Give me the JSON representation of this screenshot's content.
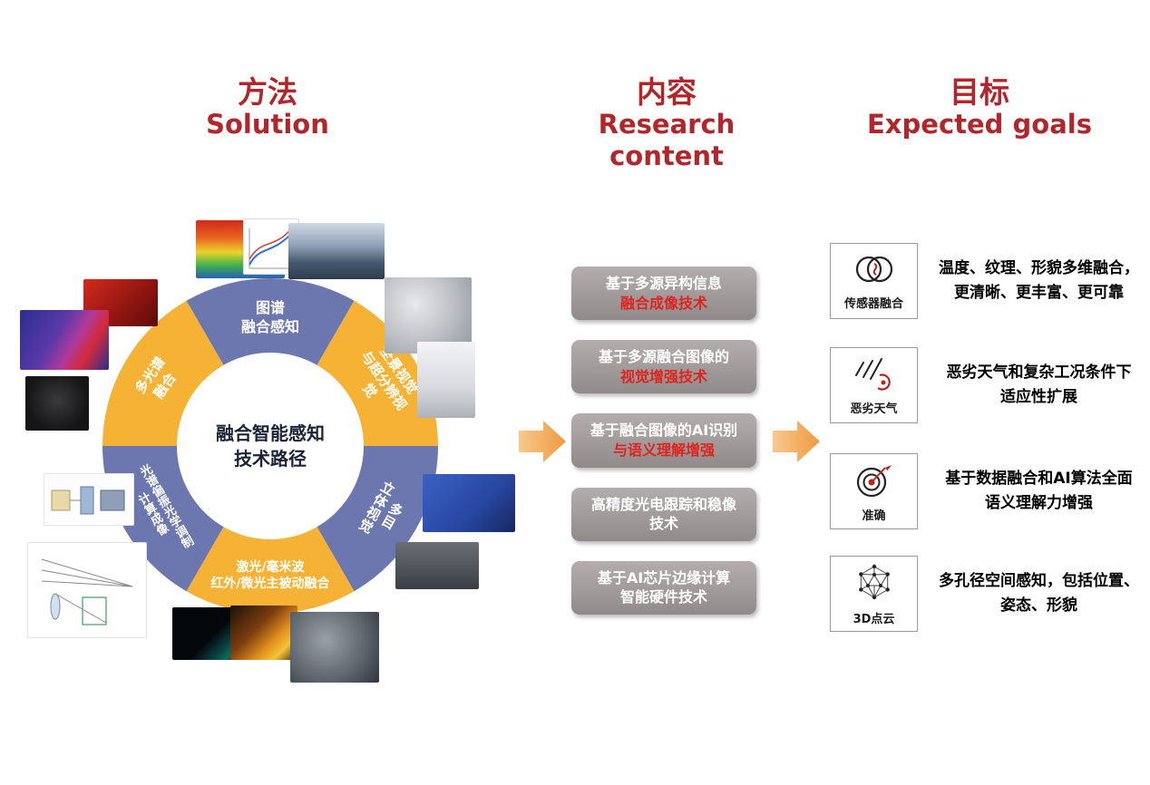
{
  "headers": {
    "solution_zh": "方法",
    "solution_en": "Solution",
    "content_zh": "内容",
    "content_en": "Research content",
    "goals_zh": "目标",
    "goals_en": "Expected goals"
  },
  "donut": {
    "center": "融合智能感知\n技术路径",
    "segments": [
      {
        "id": "top",
        "label": "图谱\n融合感知"
      },
      {
        "id": "upper-right",
        "label": "全景视觉\n与超分辨视觉"
      },
      {
        "id": "right",
        "label": "多目\n立体视觉"
      },
      {
        "id": "bottom",
        "label": "激光/毫米波\n红外/微光主被动融合"
      },
      {
        "id": "left",
        "label": "光谱偏振光学调制\n计算成像"
      },
      {
        "id": "upper-left",
        "label": "多光谱\n融合"
      }
    ]
  },
  "research": {
    "boxes": [
      {
        "line1": "基于多源异构信息",
        "line2": "融合成像技术"
      },
      {
        "line1": "基于多源融合图像的",
        "line2": "视觉增强技术"
      },
      {
        "line1": "基于融合图像的AI识别",
        "line2": "与语义理解增强"
      },
      {
        "line1": "高精度光电跟踪和稳像",
        "line2": "技术"
      },
      {
        "line1": "基于AI芯片边缘计算",
        "line2": "智能硬件技术"
      }
    ]
  },
  "goals": {
    "items": [
      {
        "icon": "venn-fusion-icon",
        "label": "传感器融合",
        "desc": "温度、纹理、形貌多维融合，\n更清晰、更丰富、更可靠"
      },
      {
        "icon": "storm-icon",
        "label": "恶劣天气",
        "desc": "恶劣天气和复杂工况条件下\n适应性扩展"
      },
      {
        "icon": "target-dart-icon",
        "label": "准确",
        "desc": "基于数据融合和AI算法全面\n语义理解力增强"
      },
      {
        "icon": "point-cloud-icon",
        "label": "3D点云",
        "desc": "多孔径空间感知，包括位置、\n姿态、形貌"
      }
    ]
  },
  "thumbnails": [
    "berries",
    "spectral-cube",
    "spectra-chart",
    "pipeline-photo",
    "cube-camera",
    "panoramic-camera",
    "stacked-boxes",
    "stereo-camera",
    "thermal-ship",
    "thermal-people",
    "gimbal-camera",
    "optical-path-diagram",
    "lens-module-diagram",
    "camera-lens",
    "spectral-image"
  ],
  "colors": {
    "header_red": "#b2252a",
    "highlight_red": "#e0231c",
    "donut_yellow": "#f6b234",
    "donut_blue": "#6b77ae",
    "box_gray": "#a19a9a",
    "arrow_orange": "#f2a24c"
  }
}
